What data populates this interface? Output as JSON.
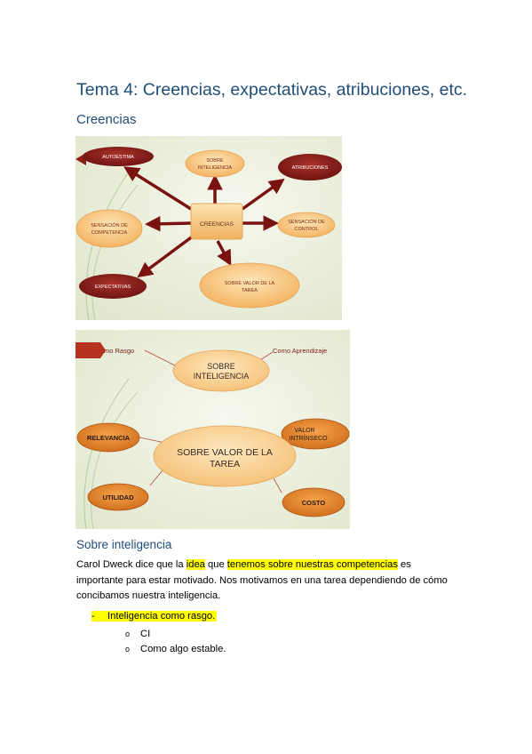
{
  "heading_main": "Tema 4: Creencias, expectativas, atribuciones, etc.",
  "heading_creencias": "Creencias",
  "diagram1": {
    "center": "CREENCIAS",
    "nodes": {
      "autoestima": "AUTOESTIMA",
      "sobre_inteligencia_1": "SOBRE",
      "sobre_inteligencia_2": "INTELIGENCIA",
      "atribuciones": "ATRIBUCIONES",
      "competencia_1": "SENSACIÓN DE",
      "competencia_2": "COMPETENCIA",
      "control_1": "SENSACIÓN DE",
      "control_2": "CONTROL",
      "expectativas": "EXPECTATIVAS",
      "valor_1": "SOBRE VALOR DE LA",
      "valor_2": "TAREA"
    }
  },
  "diagram2": {
    "rasgo": "mo Rasgo",
    "aprendizaje": "Como Aprendizaje",
    "inteligencia_1": "SOBRE",
    "inteligencia_2": "INTELIGENCIA",
    "relevancia": "RELEVANCIA",
    "valor_intrinseco_1": "VALOR",
    "valor_intrinseco_2": "INTRÍNSECO",
    "center_1": "SOBRE VALOR DE LA",
    "center_2": "TAREA",
    "utilidad": "UTILIDAD",
    "costo": "COSTO"
  },
  "heading_sobre_inteligencia": "Sobre inteligencia",
  "paragraph": {
    "t1": "Carol Dweck dice que la ",
    "t2": "idea",
    "t3": " que ",
    "t4": "tenemos sobre nuestras competencias",
    "t5": " es importante para estar motivado. Nos motivamos en una tarea dependiendo de cómo concibamos nuestra inteligencia."
  },
  "list": {
    "dash": "-",
    "item1": "Inteligencia como rasgo.",
    "sub_marker": "o",
    "sub1": "CI",
    "sub2": "Como algo estable."
  }
}
